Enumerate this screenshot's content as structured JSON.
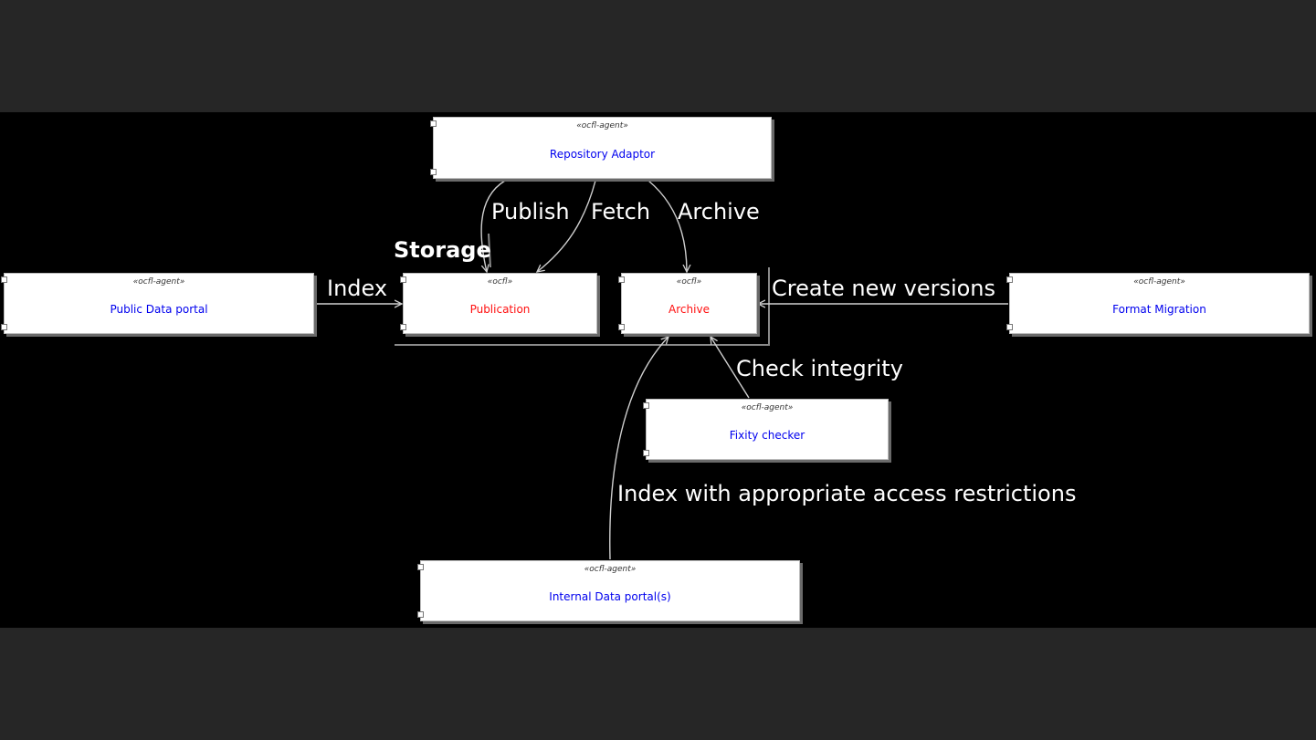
{
  "diagram": {
    "package_label": "Storage",
    "nodes": {
      "repository_adaptor": {
        "stereotype": "«ocfl-agent»",
        "title": "Repository Adaptor"
      },
      "public_data_portal": {
        "stereotype": "«ocfl-agent»",
        "title": "Public Data portal"
      },
      "publication": {
        "stereotype": "«ocfl»",
        "title": "Publication"
      },
      "archive": {
        "stereotype": "«ocfl»",
        "title": "Archive"
      },
      "format_migration": {
        "stereotype": "«ocfl-agent»",
        "title": "Format Migration"
      },
      "fixity_checker": {
        "stereotype": "«ocfl-agent»",
        "title": "Fixity checker"
      },
      "internal_data_portal": {
        "stereotype": "«ocfl-agent»",
        "title": "Internal Data portal(s)"
      }
    },
    "edges": {
      "publish": "Publish",
      "fetch": "Fetch",
      "archive": "Archive",
      "index": "Index",
      "create_new_versions": "Create new versions",
      "check_integrity": "Check integrity",
      "index_restricted": "Index with appropriate access restrictions"
    },
    "colors": {
      "agent_title": "#0000ee",
      "storage_title": "#ff1010",
      "background": "#000000",
      "frame": "#262626"
    }
  }
}
